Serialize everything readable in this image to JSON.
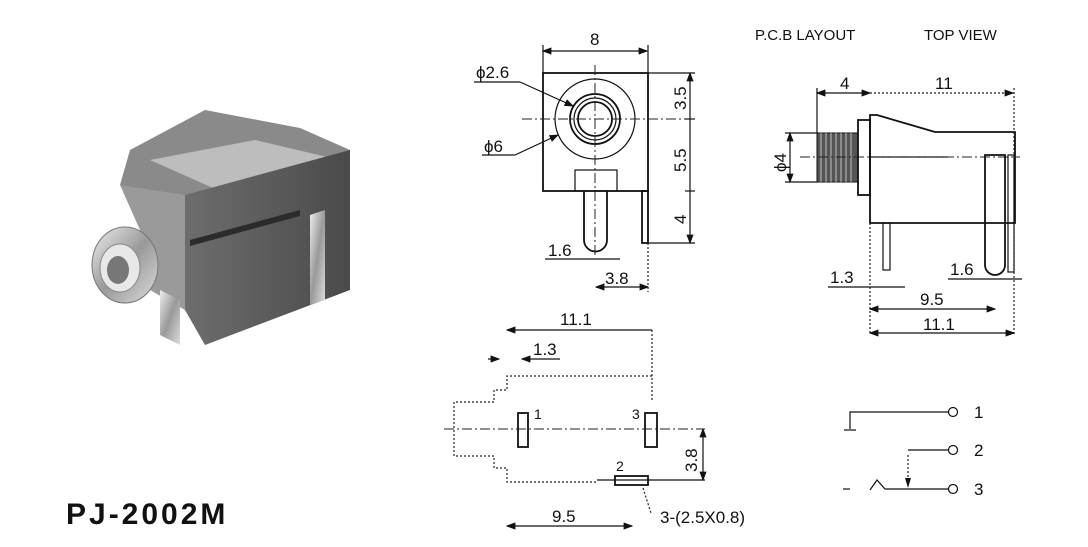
{
  "product": {
    "title": "PJ-2002M"
  },
  "headers": {
    "pcb_layout": "P.C.B LAYOUT",
    "top_view": "TOP VIEW"
  },
  "front_view": {
    "width": "8",
    "hole_dia": "ϕ2.6",
    "outer_dia": "ϕ6",
    "dim_top": "3.5",
    "dim_mid": "5.5",
    "dim_bottom": "4",
    "pin_width": "1.6",
    "pin_offset": "3.8"
  },
  "side_view": {
    "thread_len": "4",
    "body_len": "11",
    "thread_dia": "ϕ4",
    "pin_width_left": "1.3",
    "pin_width_right": "1.6",
    "pin_span": "9.5",
    "total_len": "11.1"
  },
  "pcb": {
    "total_len": "11.1",
    "offset": "1.3",
    "pin1": "1",
    "pin2": "2",
    "pin3": "3",
    "pin_offset": "3.8",
    "pin_span": "9.5",
    "hole_spec": "3-(2.5X0.8)"
  },
  "schematic": {
    "terminals": [
      "1",
      "2",
      "3"
    ]
  }
}
